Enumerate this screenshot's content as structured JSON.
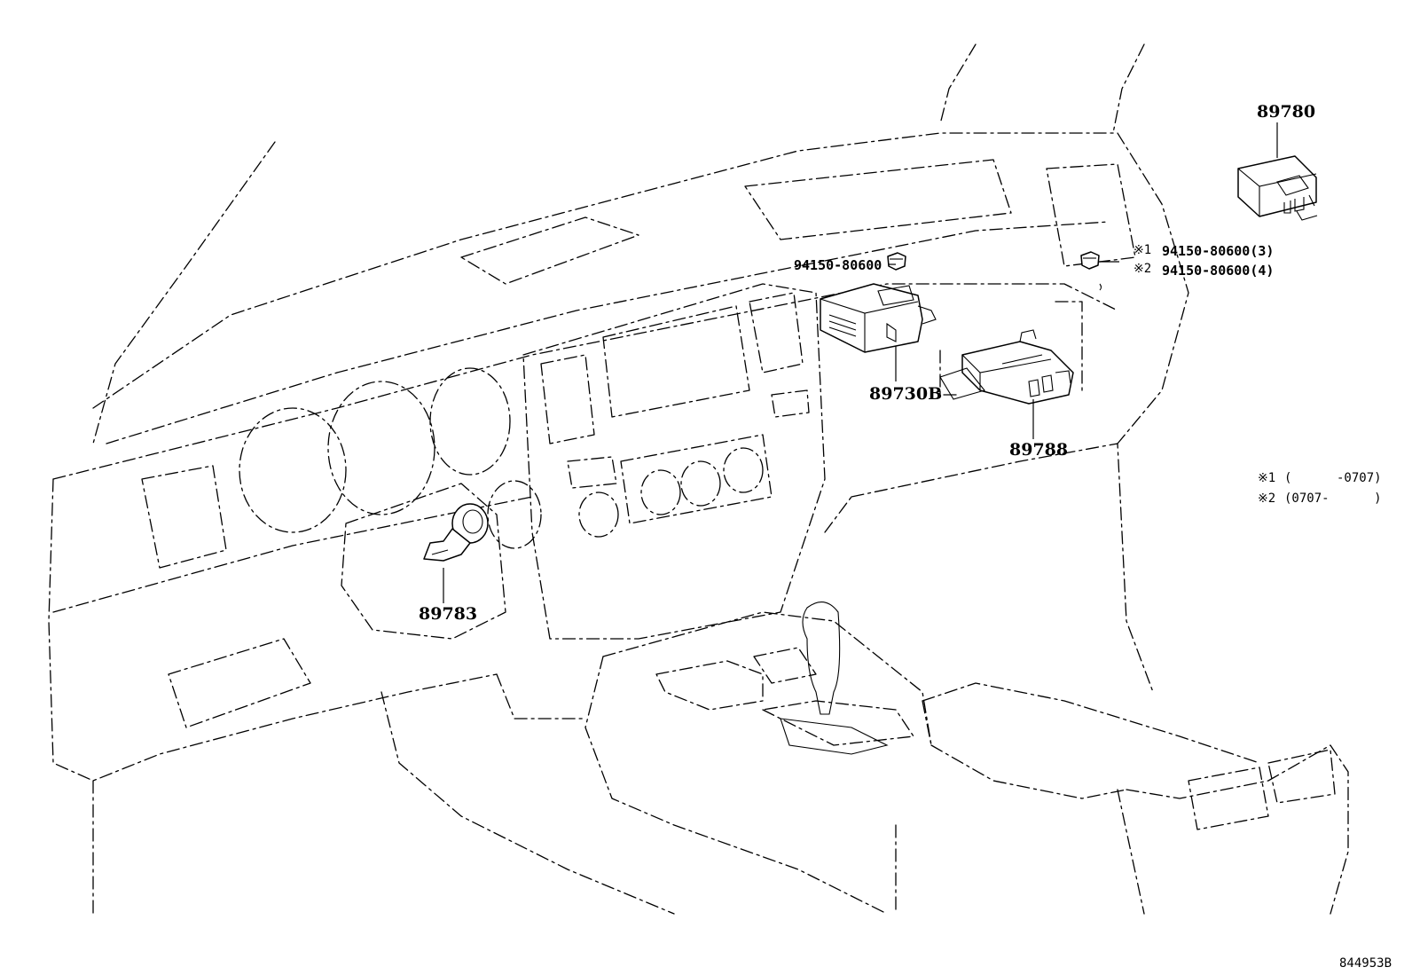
{
  "parts": {
    "p89780": "89780",
    "p89730b": "89730B",
    "p89788": "89788",
    "p89783": "89783",
    "nut_left": "94150-80600",
    "nut_right_1": "94150-80600(3)",
    "nut_right_2": "94150-80600(4)",
    "mark_1": "※1",
    "mark_2": "※2"
  },
  "notes": {
    "note1_mark": "※1",
    "note1_text": "(      -0707)",
    "note2_mark": "※2",
    "note2_text": "(0707-      )"
  },
  "figure_id": "844953B"
}
